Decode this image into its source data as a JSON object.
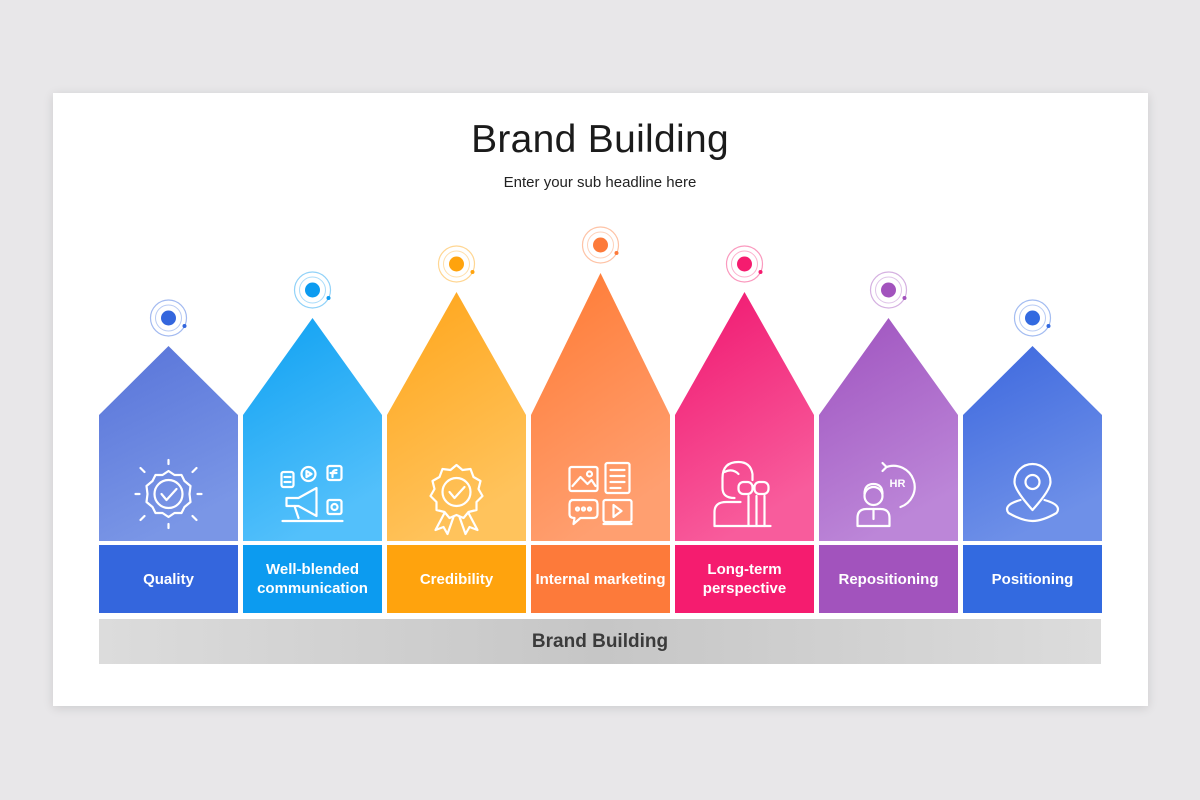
{
  "title": "Brand Building",
  "subtitle": "Enter your sub headline here",
  "base_label": "Brand Building",
  "columns": [
    {
      "label": "Quality",
      "icon": "badge-check-icon",
      "top": "#5874d9",
      "bottom": "#7a96e6",
      "box": "#3466dd"
    },
    {
      "label": "Well-blended communication",
      "icon": "social-media-megaphone-icon",
      "top": "#0fa1f2",
      "bottom": "#53c0fb",
      "box": "#0c9bf0"
    },
    {
      "label": "Credibility",
      "icon": "award-ribbon-icon",
      "top": "#ffa51a",
      "bottom": "#ffc35c",
      "box": "#ffa30d"
    },
    {
      "label": "Internal marketing",
      "icon": "media-content-icon",
      "top": "#ff7a33",
      "bottom": "#ff9f70",
      "box": "#fd7a3a"
    },
    {
      "label": "Long-term perspective",
      "icon": "person-binoculars-icon",
      "top": "#f0166f",
      "bottom": "#f85c9c",
      "box": "#f51c6f"
    },
    {
      "label": "Repositioning",
      "icon": "hr-person-icon",
      "top": "#9f53bf",
      "bottom": "#bc86d8",
      "box": "#a253bd"
    },
    {
      "label": "Positioning",
      "icon": "location-pin-icon",
      "top": "#3d68de",
      "bottom": "#6e90e8",
      "box": "#336ae0"
    }
  ]
}
